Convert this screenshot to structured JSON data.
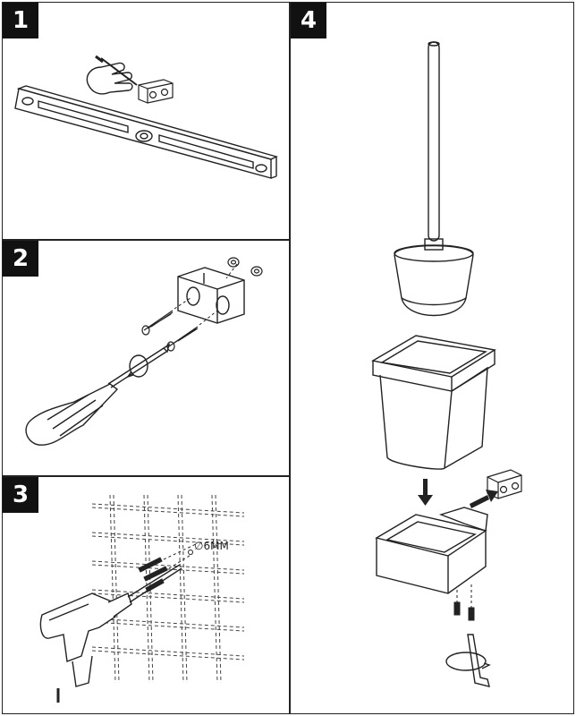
{
  "steps": [
    {
      "number": "1"
    },
    {
      "number": "2"
    },
    {
      "number": "3",
      "drill_label": "∅6MM"
    },
    {
      "number": "4"
    }
  ],
  "colors": {
    "ink": "#222222",
    "badge": "#111111"
  }
}
